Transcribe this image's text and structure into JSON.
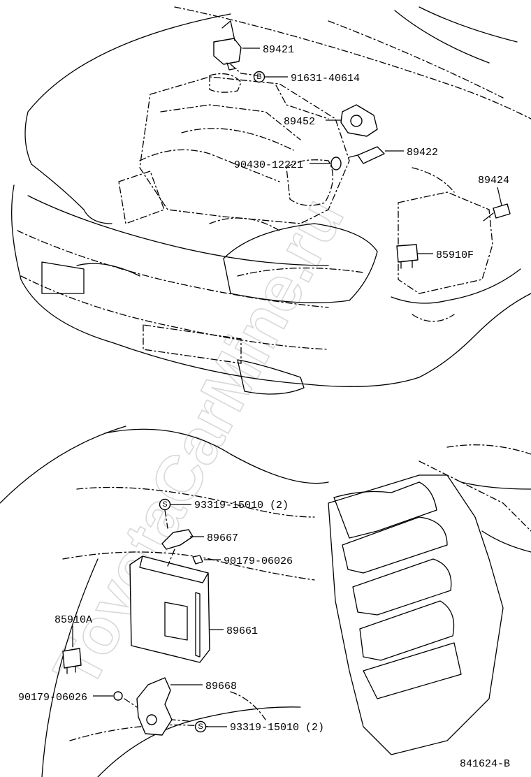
{
  "watermark": "ToyotaCarMine.ru",
  "diagram_id": "841624-B",
  "parts_upper": [
    {
      "key": "p89421",
      "number": "89421"
    },
    {
      "key": "p91631",
      "number": "91631-40614",
      "symbol": "B"
    },
    {
      "key": "p89452",
      "number": "89452"
    },
    {
      "key": "p89422",
      "number": "89422"
    },
    {
      "key": "p90430",
      "number": "90430-12221"
    },
    {
      "key": "p89424",
      "number": "89424"
    },
    {
      "key": "p85910F",
      "number": "85910F"
    }
  ],
  "parts_lower": [
    {
      "key": "p93319a",
      "number": "93319-15010 (2)",
      "symbol": "S"
    },
    {
      "key": "p89667",
      "number": "89667"
    },
    {
      "key": "p90179a",
      "number": "90179-06026"
    },
    {
      "key": "p85910A",
      "number": "85910A"
    },
    {
      "key": "p89661",
      "number": "89661"
    },
    {
      "key": "p89668",
      "number": "89668"
    },
    {
      "key": "p90179b",
      "number": "90179-06026"
    },
    {
      "key": "p93319b",
      "number": "93319-15010 (2)",
      "symbol": "S"
    }
  ]
}
